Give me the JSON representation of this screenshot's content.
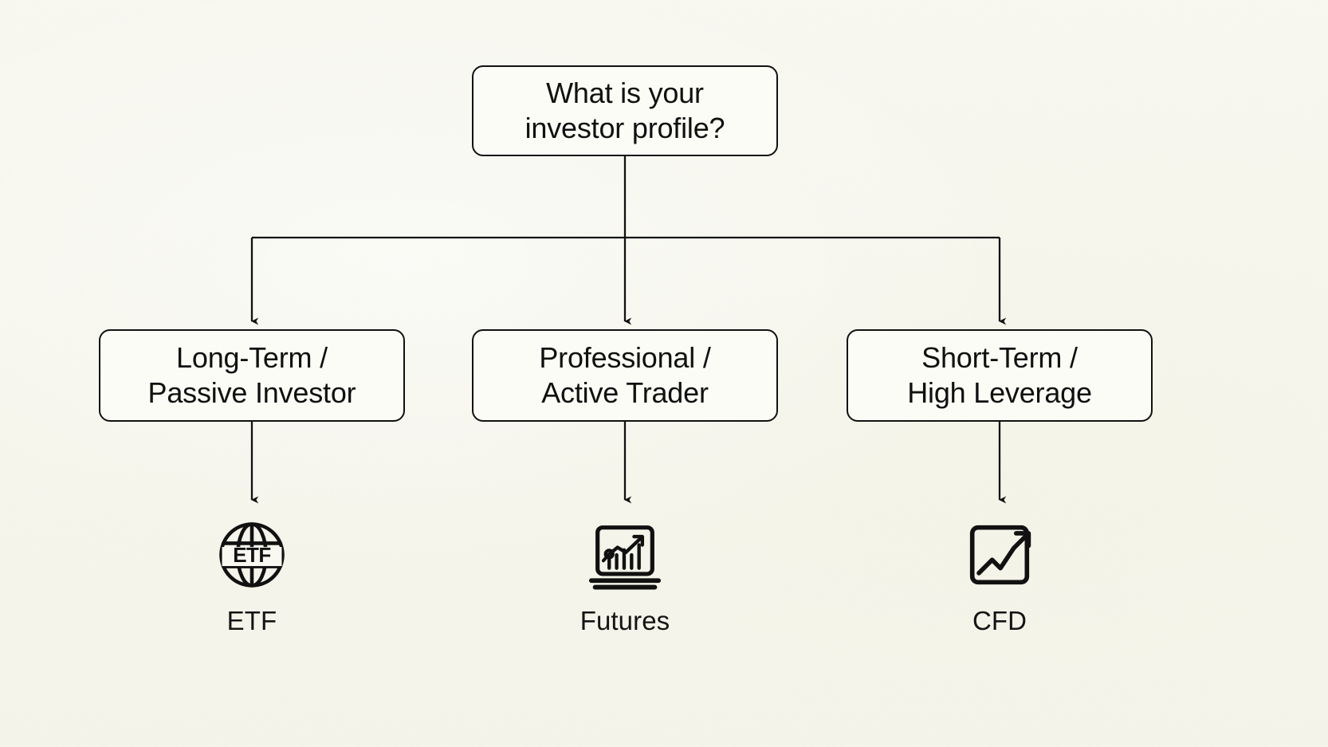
{
  "diagram": {
    "type": "decision-tree",
    "background_color": "#f7f7ee",
    "stroke_color": "#111111",
    "text_color": "#101010",
    "root": {
      "id": "root",
      "label": "What is your\ninvestor profile?",
      "line1": "What is your",
      "line2": "investor profile?"
    },
    "branches": [
      {
        "id": "long-term",
        "label": "Long-Term /\nPassive Investor",
        "line1": "Long-Term /",
        "line2": "Passive Investor",
        "outcome": {
          "id": "etf",
          "label": "ETF",
          "icon": "globe-etf-icon"
        }
      },
      {
        "id": "professional",
        "label": "Professional /\nActive Trader",
        "line1": "Professional /",
        "line2": "Active Trader",
        "outcome": {
          "id": "futures",
          "label": "Futures",
          "icon": "laptop-bar-chart-icon"
        }
      },
      {
        "id": "short-term",
        "label": "Short-Term /\nHigh Leverage",
        "line1": "Short-Term /",
        "line2": "High Leverage",
        "outcome": {
          "id": "cfd",
          "label": "CFD",
          "icon": "chart-trend-up-icon"
        }
      }
    ]
  }
}
